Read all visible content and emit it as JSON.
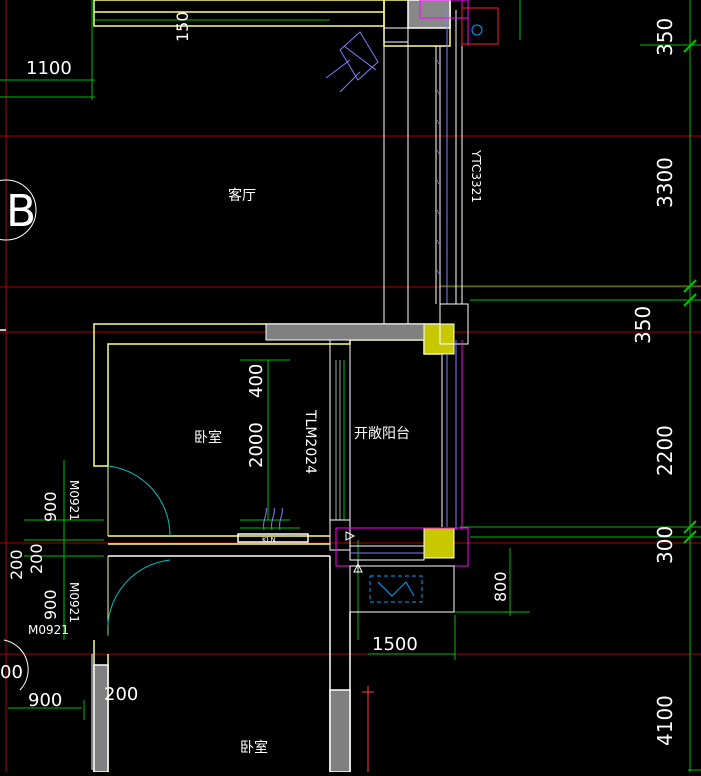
{
  "rooms": {
    "living": "客厅",
    "bedroom_upper": "卧室",
    "bedroom_lower": "卧室",
    "balcony": "开敞阳台"
  },
  "grid_bubble": "B",
  "door_window_labels": {
    "sliding_door": "TLM2024",
    "window_right": "YTC3321",
    "door_upper": "M0921",
    "door_lower": "M0921",
    "door_side": "M0921",
    "small_tag": "KLN"
  },
  "dims_right": [
    "350",
    "3300",
    "350",
    "2200",
    "300",
    "4100"
  ],
  "dims_left": [
    "1100",
    "150",
    "900",
    "200",
    "900",
    "200",
    "900",
    "200",
    "00"
  ],
  "dims_inner": [
    "400",
    "2000",
    "800",
    "1500"
  ],
  "colors": {
    "background": "#000000",
    "wall_white": "#ffffff",
    "wall_yellow": "#ffff80",
    "dimension_green": "#00c800",
    "axis_red": "#c00000",
    "window_cyan": "#8080ff",
    "hatch_gray": "#a0a0a0",
    "column_fill": "#c8c800",
    "magenta": "#ff00ff"
  }
}
